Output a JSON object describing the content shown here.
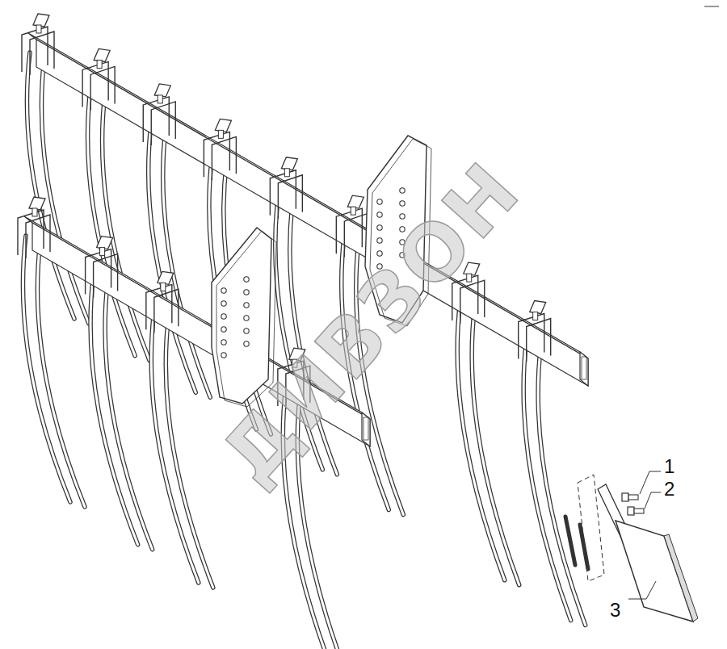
{
  "diagram": {
    "labels": [
      "1",
      "2",
      "3",
      "ДИВЗОН"
    ]
  }
}
